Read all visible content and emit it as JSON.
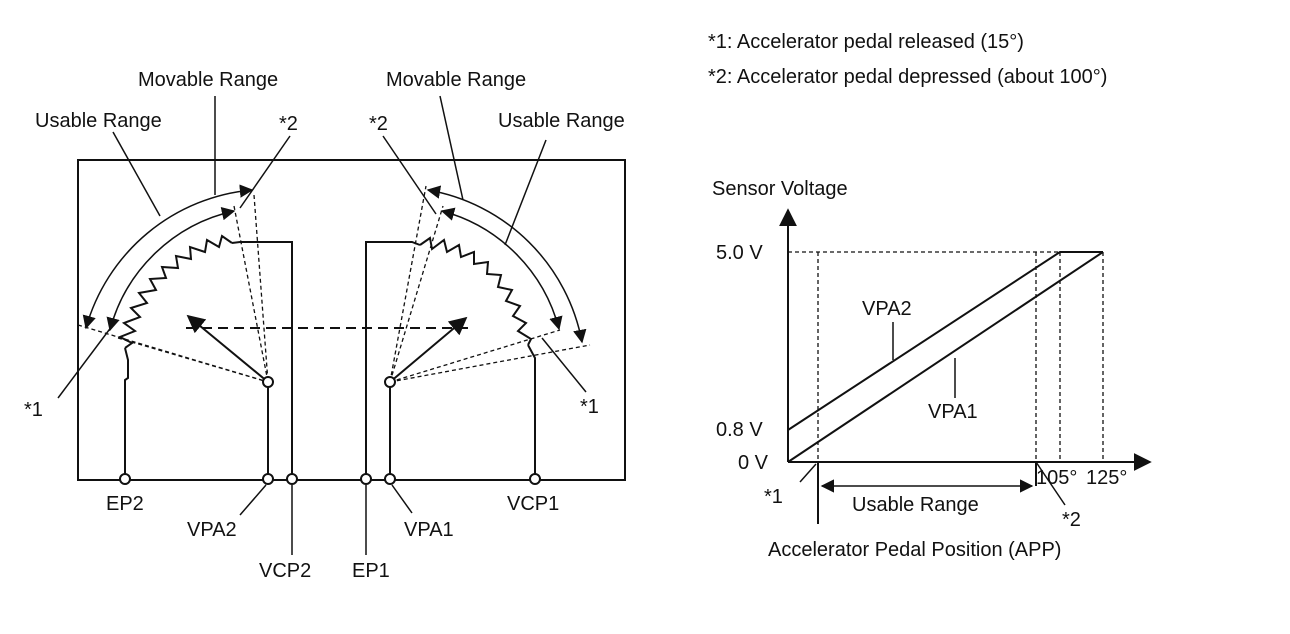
{
  "notes": {
    "note1": "*1: Accelerator pedal released (15°)",
    "note2": "*2: Accelerator pedal depressed (about 100°)"
  },
  "sensor_diagram": {
    "left": {
      "movable_range_label": "Movable Range",
      "usable_range_label": "Usable Range",
      "marker_released": "*1",
      "marker_depressed": "*2"
    },
    "right": {
      "movable_range_label": "Movable Range",
      "usable_range_label": "Usable Range",
      "marker_released": "*1",
      "marker_depressed": "*2"
    },
    "terminals": [
      "EP2",
      "VPA2",
      "VCP2",
      "EP1",
      "VPA1",
      "VCP1"
    ]
  },
  "graph": {
    "y_axis_label": "Sensor Voltage",
    "x_axis_label": "Accelerator Pedal Position (APP)",
    "y_ticks": [
      "5.0 V",
      "0.8 V",
      "0 V"
    ],
    "x_ticks": [
      "105°",
      "125°"
    ],
    "series_labels": [
      "VPA2",
      "VPA1"
    ],
    "usable_range_label": "Usable Range",
    "marker_released": "*1",
    "marker_depressed": "*2"
  },
  "colors": {
    "ink": "#111111",
    "background": "#ffffff"
  }
}
